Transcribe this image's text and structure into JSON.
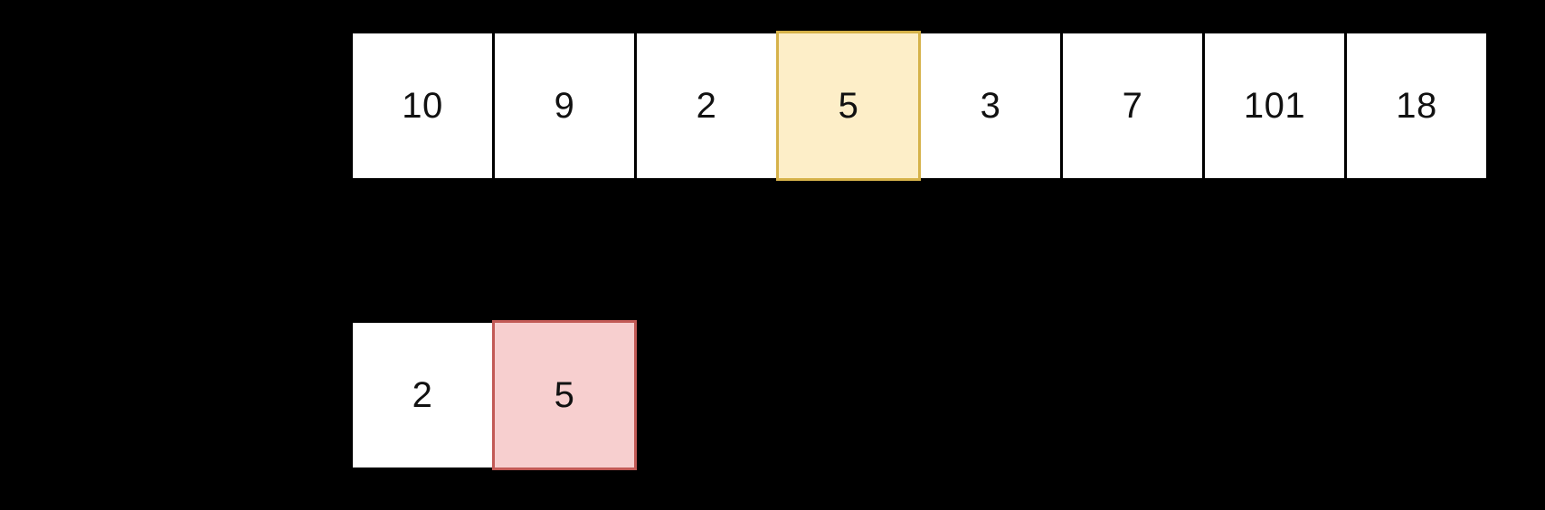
{
  "diagram": {
    "type": "array-visualization",
    "background_color": "#000000",
    "cell_fill_default": "#ffffff",
    "cell_border_default": "#000000",
    "text_color": "#111111",
    "highlight_styles": {
      "yellow": {
        "fill": "#fdeec8",
        "border": "#d6b24a"
      },
      "pink": {
        "fill": "#f7cfcf",
        "border": "#c25a56"
      }
    },
    "rows": [
      {
        "name": "main-array",
        "cells": [
          {
            "value": "10",
            "highlight": "none"
          },
          {
            "value": "9",
            "highlight": "none"
          },
          {
            "value": "2",
            "highlight": "none"
          },
          {
            "value": "5",
            "highlight": "yellow"
          },
          {
            "value": "3",
            "highlight": "none"
          },
          {
            "value": "7",
            "highlight": "none"
          },
          {
            "value": "101",
            "highlight": "none"
          },
          {
            "value": "18",
            "highlight": "none"
          }
        ]
      },
      {
        "name": "sorted-subarray",
        "cells": [
          {
            "value": "2",
            "highlight": "none"
          },
          {
            "value": "5",
            "highlight": "pink"
          }
        ]
      }
    ]
  }
}
